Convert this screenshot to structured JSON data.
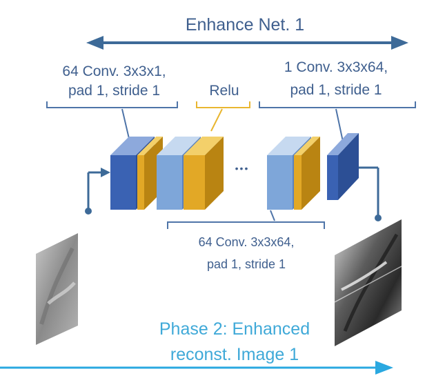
{
  "diagram": {
    "title": "Enhance Net. 1",
    "labels": {
      "first_conv_line1": "64 Conv. 3x3x1,",
      "first_conv_line2": "pad 1, stride 1",
      "relu": "Relu",
      "last_conv_line1": "1 Conv. 3x3x64,",
      "last_conv_line2": "pad 1, stride 1",
      "middle_conv_line1": "64 Conv. 3x3x64,",
      "middle_conv_line2": "pad 1, stride 1",
      "ellipsis": "•••"
    },
    "phase": {
      "line1": "Phase 2: Enhanced",
      "line2": "reconst. Image 1"
    },
    "colors": {
      "text_dark_blue": "#3f5f8e",
      "text_light_blue": "#3fa9d8",
      "conv_dark": "#3a62b3",
      "conv_light": "#7ea6d9",
      "relu_gold": "#e2a826",
      "arrow_steel": "#3d6a98",
      "arrow_cyan": "#2aa8e0"
    }
  }
}
